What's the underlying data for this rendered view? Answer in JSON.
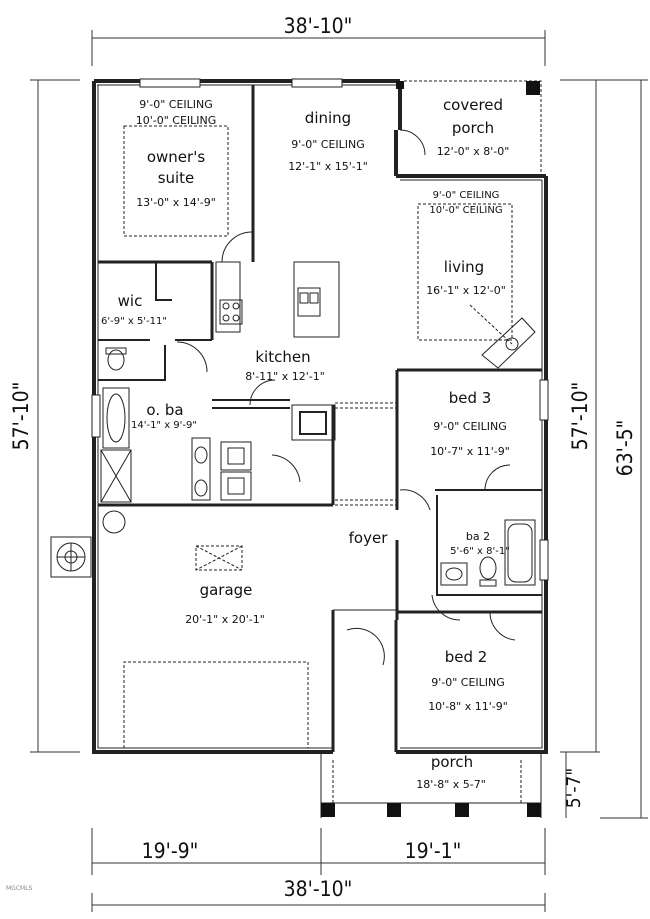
{
  "dimensions": {
    "top_width": "38'-10\"",
    "bottom_width": "38'-10\"",
    "bottom_left": "19'-9\"",
    "bottom_right": "19'-1\"",
    "left_depth": "57'-10\"",
    "right_depth": "57'-10\"",
    "overall_depth": "63'-5\"",
    "porch_depth": "5'-7\""
  },
  "rooms": {
    "owners_suite": {
      "ceiling1": "9'-0\" CEILING",
      "ceiling2": "10'-0\" CEILING",
      "name1": "owner's",
      "name2": "suite",
      "size": "13'-0\" x 14'-9\""
    },
    "dining": {
      "name": "dining",
      "ceiling": "9'-0\" CEILING",
      "size": "12'-1\" x 15'-1\""
    },
    "covered_porch": {
      "name1": "covered",
      "name2": "porch",
      "size": "12'-0\" x 8'-0\""
    },
    "living": {
      "ceiling1": "9'-0\" CEILING",
      "ceiling2": "10'-0\" CEILING",
      "name": "living",
      "size": "16'-1\" x 12'-0\""
    },
    "wic": {
      "name": "wic",
      "size": "6'-9\" x 5'-11\""
    },
    "kitchen": {
      "name": "kitchen",
      "size": "8'-11\" x 12'-1\""
    },
    "owners_bath": {
      "name": "o. ba",
      "size": "14'-1\" x 9'-9\""
    },
    "bed3": {
      "name": "bed 3",
      "ceiling": "9'-0\" CEILING",
      "size": "10'-7\" x 11'-9\""
    },
    "foyer": {
      "name": "foyer"
    },
    "bath2": {
      "name": "ba 2",
      "size": "5'-6\" x 8'-1\""
    },
    "garage": {
      "name": "garage",
      "size": "20'-1\" x 20'-1\""
    },
    "bed2": {
      "name": "bed 2",
      "ceiling": "9'-0\" CEILING",
      "size": "10'-8\" x 11'-9\""
    },
    "porch": {
      "name": "porch",
      "size": "18'-8\" x 5-7\""
    }
  },
  "watermark": "MGCMLS",
  "colors": {
    "line": "#222222",
    "background": "#ffffff"
  }
}
